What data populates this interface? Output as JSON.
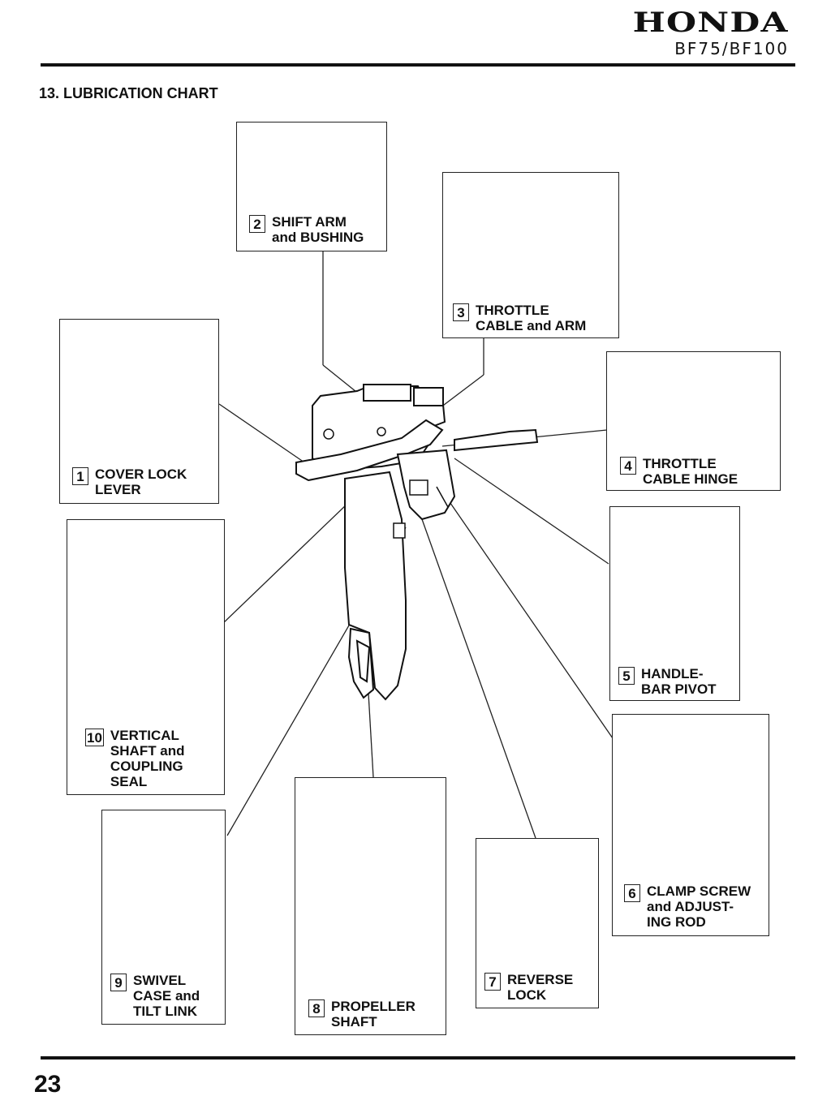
{
  "header": {
    "brand": "HONDA",
    "model": "BF75/BF100"
  },
  "section_title": "13. LUBRICATION CHART",
  "page_number": "23",
  "callouts": [
    {
      "num": "1",
      "text": "COVER LOCK\nLEVER"
    },
    {
      "num": "2",
      "text": "SHIFT ARM\nand BUSHING"
    },
    {
      "num": "3",
      "text": "THROTTLE\nCABLE and ARM"
    },
    {
      "num": "4",
      "text": "THROTTLE\nCABLE HINGE"
    },
    {
      "num": "5",
      "text": "HANDLE-\nBAR PIVOT"
    },
    {
      "num": "6",
      "text": "CLAMP SCREW\nand ADJUST-\nING ROD"
    },
    {
      "num": "7",
      "text": "REVERSE\nLOCK"
    },
    {
      "num": "8",
      "text": "PROPELLER\nSHAFT"
    },
    {
      "num": "9",
      "text": "SWIVEL\nCASE and\nTILT LINK"
    },
    {
      "num": "10",
      "text": "VERTICAL\nSHAFT and\nCOUPLING\nSEAL"
    }
  ],
  "colors": {
    "ink": "#111111",
    "paper": "#ffffff"
  }
}
